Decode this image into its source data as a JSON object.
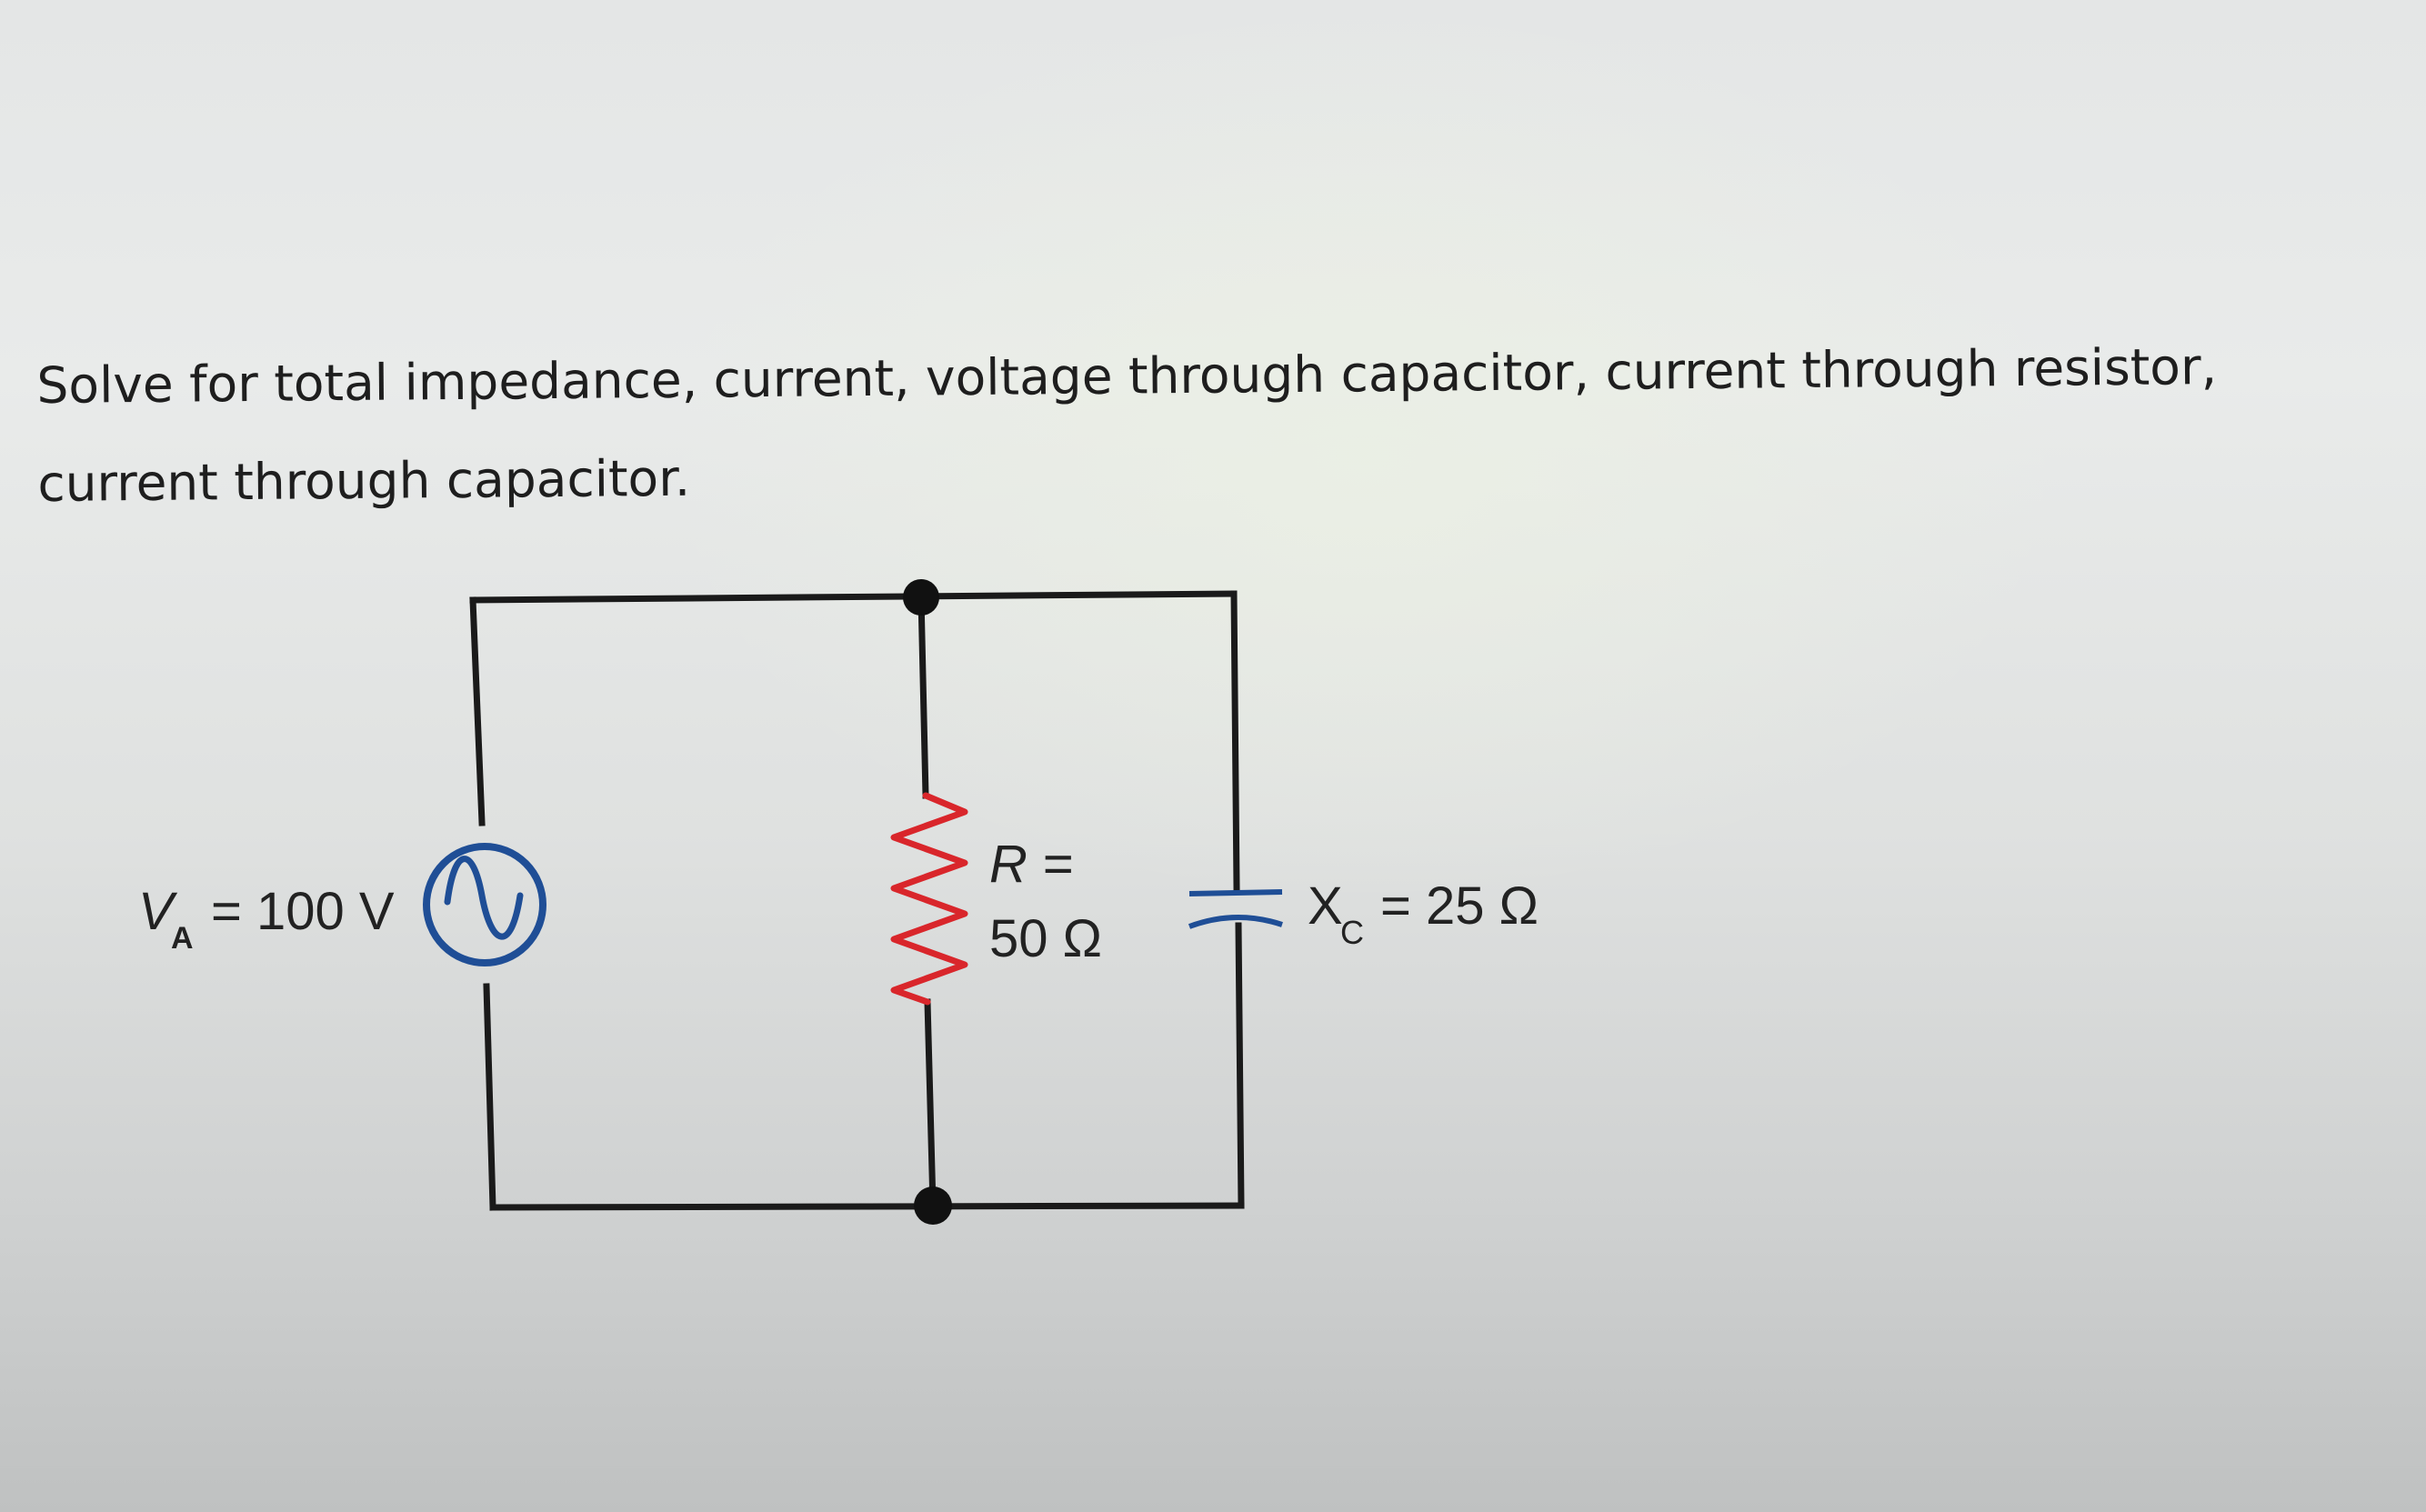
{
  "question": {
    "text": "Solve for total impedance, current, voltage through capacitor, current through resistor, current through capacitor."
  },
  "circuit": {
    "source": {
      "symbol": "V",
      "subscript": "A",
      "value_text": "= 100 V"
    },
    "resistor": {
      "line1": "R =",
      "line2": "50 Ω"
    },
    "capacitor": {
      "symbol": "X",
      "subscript": "C",
      "value_text": "= 25 Ω"
    },
    "colors": {
      "wire": "#1a1a1a",
      "source_circle": "#1f4e96",
      "resistor": "#d9262b",
      "capacitor": "#1f4e96"
    }
  }
}
